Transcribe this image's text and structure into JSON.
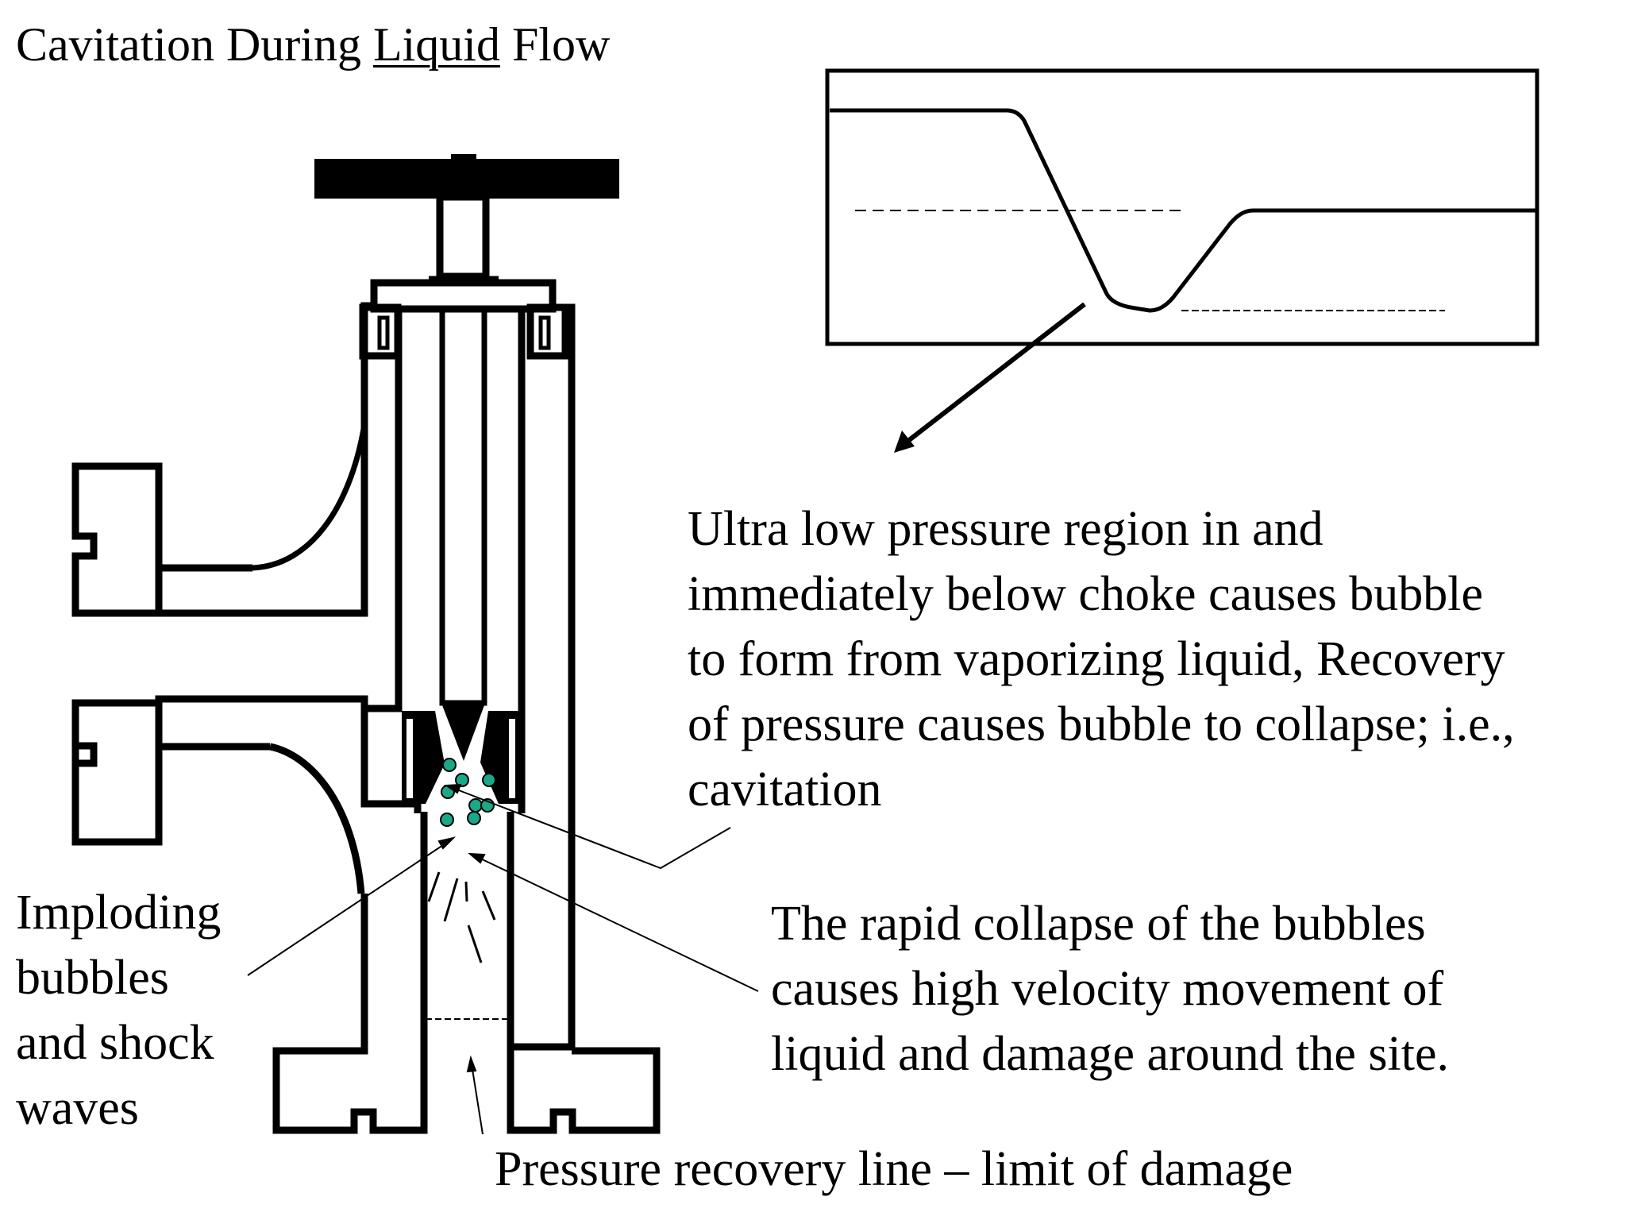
{
  "title": {
    "prefix": "Cavitation During ",
    "underlined": "Liquid",
    "suffix": " Flow"
  },
  "annotations": {
    "low_pressure": [
      "Ultra low pressure region in and",
      "immediately below choke causes bubble",
      "to form from vaporizing liquid, Recovery",
      "of pressure causes bubble to collapse; i.e.,",
      "cavitation"
    ],
    "rapid_collapse": [
      "The rapid collapse of the bubbles",
      "causes high velocity movement of",
      "liquid and damage around the site."
    ],
    "imploding": [
      "Imploding",
      "bubbles",
      "and shock",
      "waves"
    ],
    "recovery_line": "Pressure recovery line – limit of damage"
  },
  "colors": {
    "bubble": "#1aa886",
    "ink": "#000000"
  }
}
